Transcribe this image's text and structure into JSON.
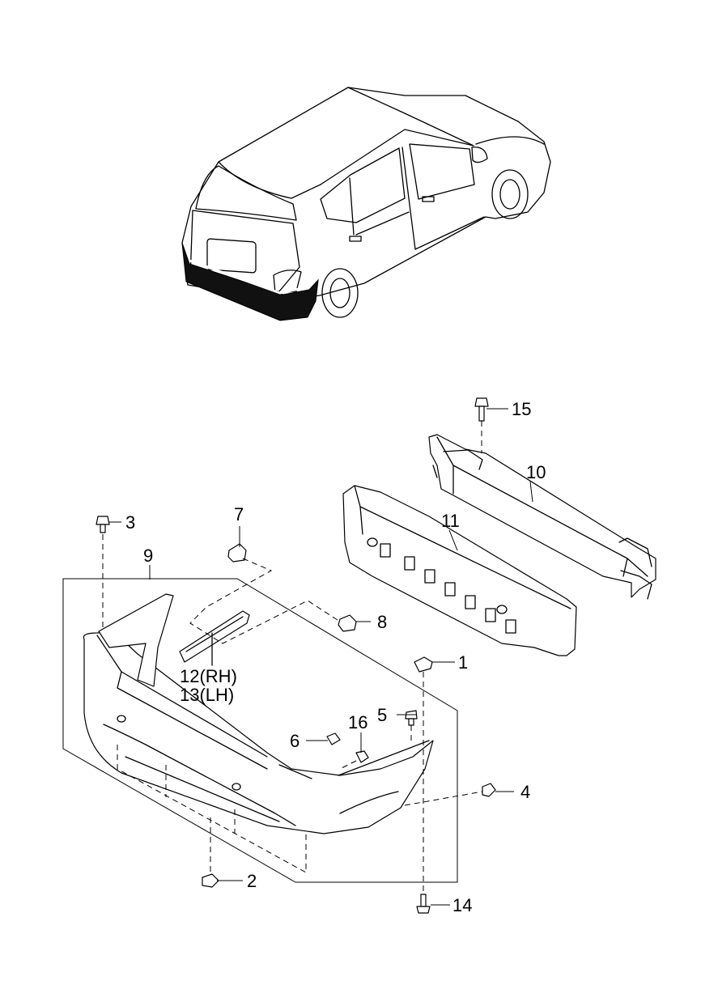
{
  "diagram": {
    "vehicle": "rear view of minivan with highlighted rear bumper",
    "callouts": [
      {
        "id": "c1",
        "text": "1"
      },
      {
        "id": "c2",
        "text": "2"
      },
      {
        "id": "c3",
        "text": "3"
      },
      {
        "id": "c4",
        "text": "4"
      },
      {
        "id": "c5",
        "text": "5"
      },
      {
        "id": "c6",
        "text": "6"
      },
      {
        "id": "c7",
        "text": "7"
      },
      {
        "id": "c8",
        "text": "8"
      },
      {
        "id": "c9",
        "text": "9"
      },
      {
        "id": "c10",
        "text": "10"
      },
      {
        "id": "c11",
        "text": "11"
      },
      {
        "id": "c12",
        "text": "12(RH)"
      },
      {
        "id": "c13",
        "text": "13(LH)"
      },
      {
        "id": "c14",
        "text": "14"
      },
      {
        "id": "c15",
        "text": "15"
      },
      {
        "id": "c16",
        "text": "16"
      }
    ]
  }
}
